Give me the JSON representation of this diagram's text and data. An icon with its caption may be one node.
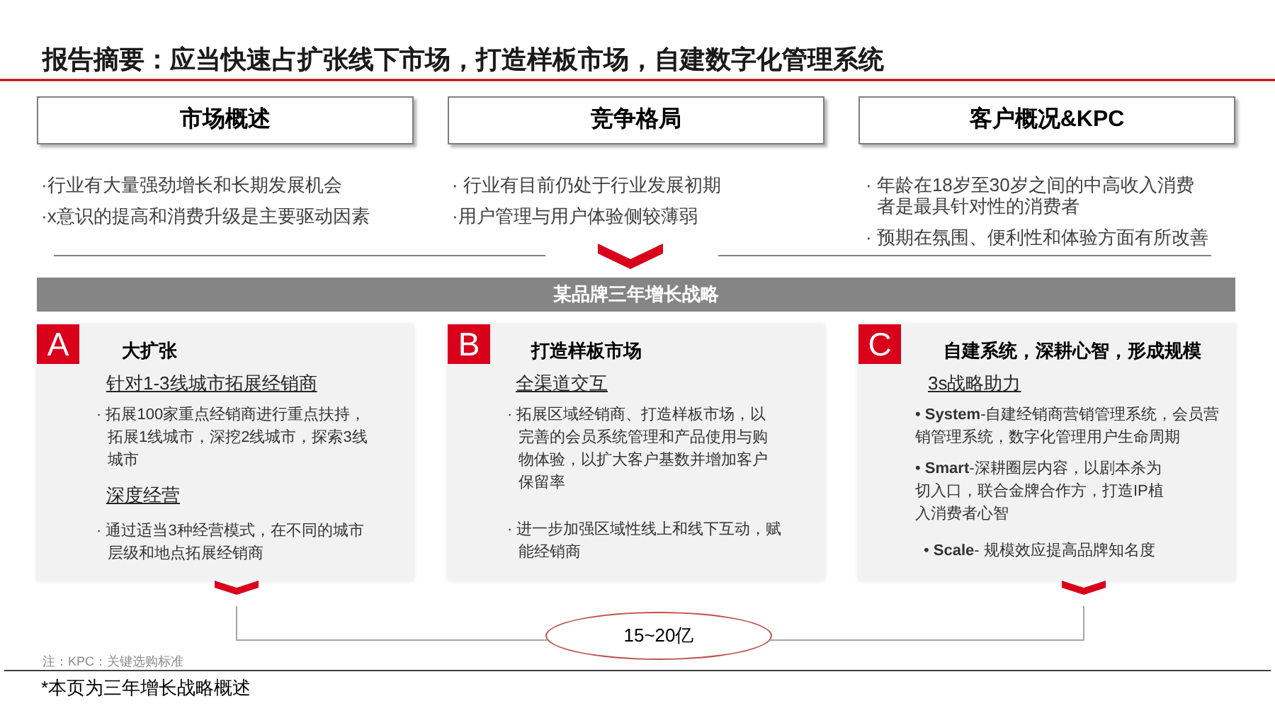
{
  "diagram": {
    "title": "报告摘要：应当快速占扩张线下市场，打造样板市场，自建数字化管理系统",
    "nodes": [
      {
        "text": [
          "市场概述"
        ],
        "beside": [
          "·行业有大量强劲增长和长期发展机会",
          "·x意识的提高和消费升级是主要驱动因素"
        ]
      },
      {
        "text": [
          "竞争格局"
        ],
        "beside": [
          "· 行业有目前仍处于行业发展初期",
          "·用户管理与用户体验侧较薄弱"
        ]
      },
      {
        "text": [
          "客户概况&KPC"
        ],
        "beside": [
          "· 年龄在18岁至30岁之间的中高收入消费者是最具针对性的消费者",
          "· 预期在氛围、便利性和体验方面有所改善"
        ]
      },
      {
        "text": [
          "某品牌三年增长战略"
        ]
      },
      {
        "text": [
          "大扩张",
          "针对1-3线城市拓展经销商",
          "· 拓展100家重点经销商进行重点扶持，拓展1线城市，深挖2线城市，探索3线城市",
          "深度经营",
          "· 通过适当3种经营模式，在不同的城市层级和地点拓展经销商"
        ]
      },
      {
        "text": [
          "A"
        ],
        "in": 4
      },
      {
        "text": [
          "打造样板市场",
          "全渠道交互",
          "· 拓展区域经销商、打造样板市场，以完善的会员系统管理和产品使用与购物体验，以扩大客户基数并增加客户保留率",
          "· 进一步加强区域性线上和线下互动，赋能经销商"
        ]
      },
      {
        "text": [
          "B"
        ],
        "in": 6
      },
      {
        "text": [
          "自建系统，深耕心智，形成规模",
          "3s战略助力",
          "• **System**-自建经销商营销管理系统，会员营销管理系统，数字化管理用户生命周期",
          "• **Smart**-深耕圈层内容，以剧本杀为切入口，联合金牌合作方，打造IP植入消费者心智",
          "• **Scale**- 规模效应提高品牌知名度"
        ]
      },
      {
        "text": [
          "C"
        ],
        "in": 8
      },
      {
        "text": [
          "15~20亿"
        ]
      }
    ],
    "edges": [
      {
        "from": 1,
        "to": 3,
        "arrow": "to"
      },
      {
        "from": 4,
        "to": 10,
        "arrow": "other"
      },
      {
        "from": 8,
        "to": 10,
        "arrow": "other"
      }
    ],
    "labels": [
      "注：KPC：关键选购标准",
      "*本页为三年增长战略概述"
    ]
  }
}
